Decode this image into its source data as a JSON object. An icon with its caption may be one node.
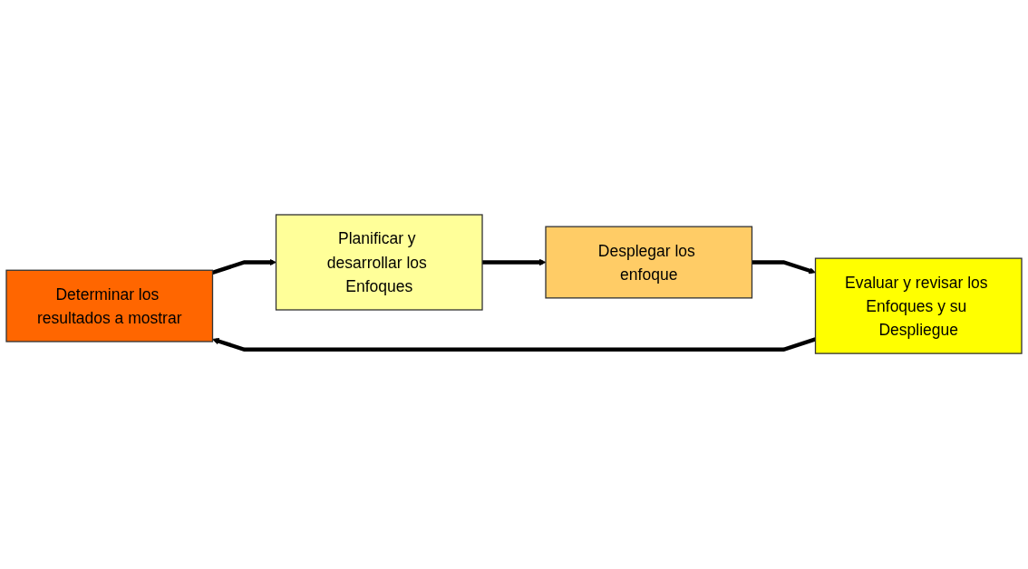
{
  "diagram": {
    "nodes": [
      {
        "text": [
          "Determinar los resultados a mostrar"
        ]
      },
      {
        "text": [
          "Planificar y desarrollar los Enfoques"
        ]
      },
      {
        "text": [
          "Desplegar los enfoque"
        ]
      },
      {
        "text": [
          "Evaluar y revisar los Enfoques y su Despliegue"
        ]
      }
    ],
    "edges": [
      {
        "from": 0,
        "to": 1,
        "arrow": "to"
      },
      {
        "from": 1,
        "to": 2,
        "arrow": "to"
      },
      {
        "from": 2,
        "to": 3,
        "arrow": "to"
      },
      {
        "from": 3,
        "to": 0,
        "arrow": "to"
      }
    ]
  }
}
